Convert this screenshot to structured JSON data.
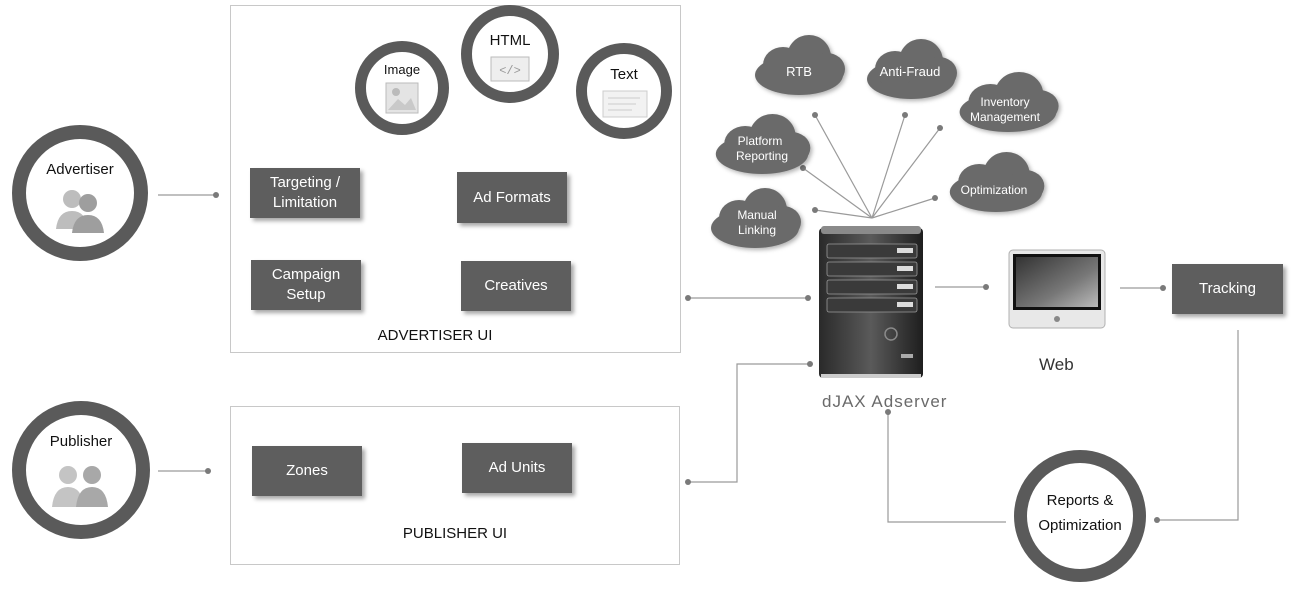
{
  "actors": {
    "advertiser": "Advertiser",
    "publisher": "Publisher"
  },
  "advertiser_ui": {
    "label": "ADVERTISER UI",
    "formats": {
      "image": "Image",
      "html": "HTML",
      "text": "Text"
    },
    "targeting": "Targeting /\nLimitation",
    "ad_formats": "Ad Formats",
    "campaign_setup": "Campaign\nSetup",
    "creatives": "Creatives"
  },
  "publisher_ui": {
    "label": "PUBLISHER UI",
    "zones": "Zones",
    "ad_units": "Ad Units"
  },
  "clouds": {
    "rtb": "RTB",
    "anti_fraud": "Anti-Fraud",
    "inventory": "Inventory\nManagement",
    "platform_reporting": "Platform\nReporting",
    "optimization": "Optimization",
    "manual_linking": "Manual\nLinking"
  },
  "server": {
    "label": "dJAX Adserver"
  },
  "web": {
    "label": "Web"
  },
  "tracking": "Tracking",
  "reports": "Reports &\nOptimization"
}
